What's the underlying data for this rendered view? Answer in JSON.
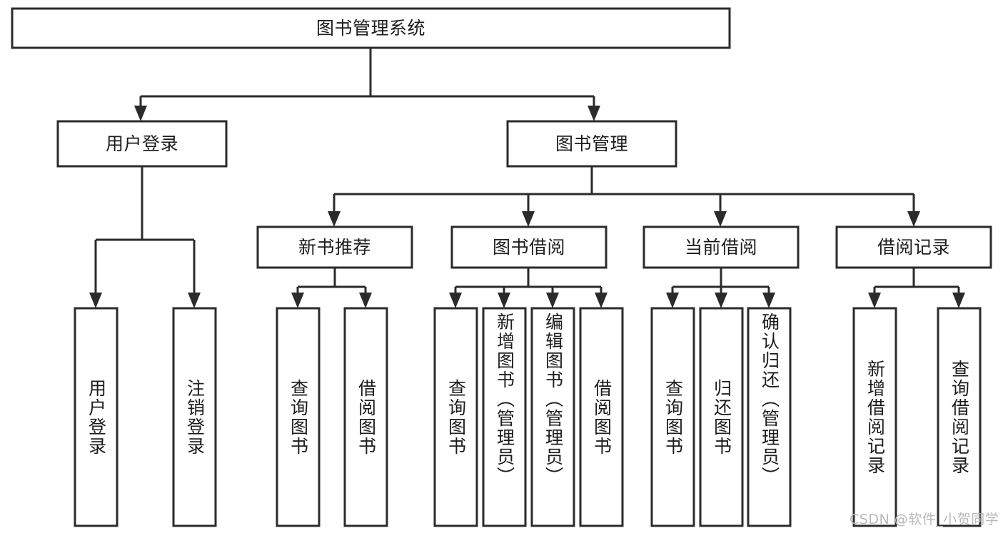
{
  "diagram": {
    "type": "tree-hierarchy",
    "title": "图书管理系统",
    "orientation": "top-down",
    "colors": {
      "background": "#ffffff",
      "box_stroke": "#2b2b2b",
      "box_fill": "#ffffff",
      "text": "#1c1c1c",
      "watermark": "#b9b9b9"
    },
    "root": {
      "label": "图书管理系统",
      "level": 1
    },
    "level2": [
      {
        "label": "用户登录"
      },
      {
        "label": "图书管理"
      }
    ],
    "level3": [
      {
        "label": "新书推荐"
      },
      {
        "label": "图书借阅"
      },
      {
        "label": "当前借阅"
      },
      {
        "label": "借阅记录"
      }
    ],
    "leaves": {
      "user_login": [
        {
          "label": "用户登录"
        },
        {
          "label": "注销登录"
        }
      ],
      "new_book": [
        {
          "label": "查询图书"
        },
        {
          "label": "借阅图书"
        }
      ],
      "book_borrow": [
        {
          "label": "查询图书"
        },
        {
          "label": "新增图书（管理员）"
        },
        {
          "label": "编辑图书（管理员）"
        },
        {
          "label": "借阅图书"
        }
      ],
      "current_borrow": [
        {
          "label": "查询图书"
        },
        {
          "label": "归还图书"
        },
        {
          "label": "确认归还（管理员）"
        }
      ],
      "borrow_record": [
        {
          "label": "新增借阅记录"
        },
        {
          "label": "查询借阅记录"
        }
      ]
    }
  },
  "watermark": {
    "text": "CSDN @软件_小贺同学"
  }
}
